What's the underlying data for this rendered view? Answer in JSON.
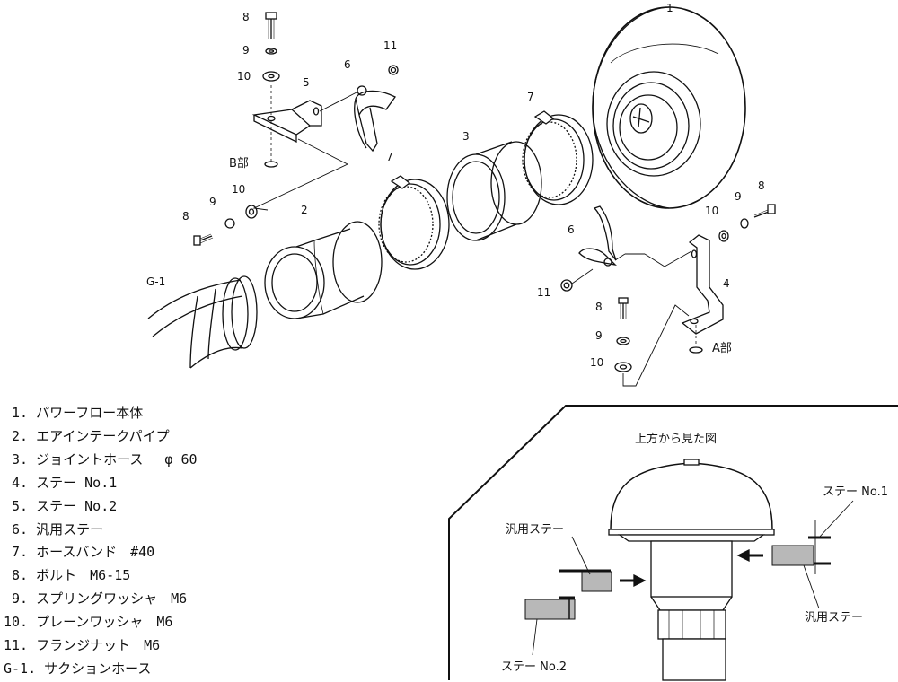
{
  "callouts": {
    "n1": "1",
    "n2": "2",
    "n3": "3",
    "n4": "4",
    "n5": "5",
    "n6a": "6",
    "n6b": "6",
    "n7a": "7",
    "n7b": "7",
    "n8a": "8",
    "n8b": "8",
    "n8c": "8",
    "n8d": "8",
    "n9a": "9",
    "n9b": "9",
    "n9c": "9",
    "n9d": "9",
    "n10a": "10",
    "n10b": "10",
    "n10c": "10",
    "n10d": "10",
    "n11a": "11",
    "n11b": "11",
    "g1": "G-1",
    "b_part": "B部",
    "a_part": "A部"
  },
  "parts_list": [
    " 1. パワーフロー本体",
    " 2. エアインテークパイプ",
    " 3. ジョイントホース　 φ 60",
    " 4. ステー No.1",
    " 5. ステー No.2",
    " 6. 汎用ステー",
    " 7. ホースバンド　#40",
    " 8. ボルト　M6-15",
    " 9. スプリングワッシャ　M6",
    "10. プレーンワッシャ　M6",
    "11. フランジナット　M6",
    "G-1. サクションホース"
  ],
  "inset": {
    "title": "上方から見た図",
    "stay_no1": "ステー No.1",
    "universal_stay_left": "汎用ステー",
    "universal_stay_right": "汎用ステー",
    "stay_no2": "ステー No.2"
  },
  "colors": {
    "line": "#111111",
    "stay_fill": "#b8b8b8"
  }
}
